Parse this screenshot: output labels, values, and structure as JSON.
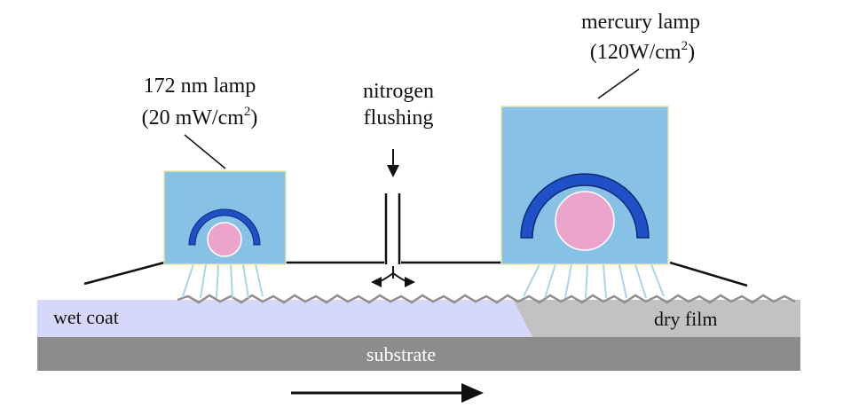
{
  "labels": {
    "lamp172_name": "172 nm lamp",
    "lamp172_power_prefix": "(20 mW/cm",
    "lamp172_power_exp": "2",
    "lamp172_power_suffix": ")",
    "mercury_name": "mercury lamp",
    "mercury_power_prefix": "(120W/cm",
    "mercury_power_exp": "2",
    "mercury_power_suffix": ")",
    "nitrogen_line1": "nitrogen",
    "nitrogen_line2": "flushing",
    "wet_coat": "wet coat",
    "dry_film": "dry film",
    "substrate": "substrate"
  },
  "colors": {
    "lamp_housing": "#87c1e6",
    "lamp_housing_edge": "#e8e6a8",
    "reflector": "#1f50c8",
    "lamp_bulb": "#eba4cc",
    "uv_rays": "#a8d4ec",
    "wet_coat": "#d6d8fa",
    "dry_film": "#c2c2c2",
    "substrate": "#8c8c8c",
    "substrate_text": "#ffffff"
  }
}
